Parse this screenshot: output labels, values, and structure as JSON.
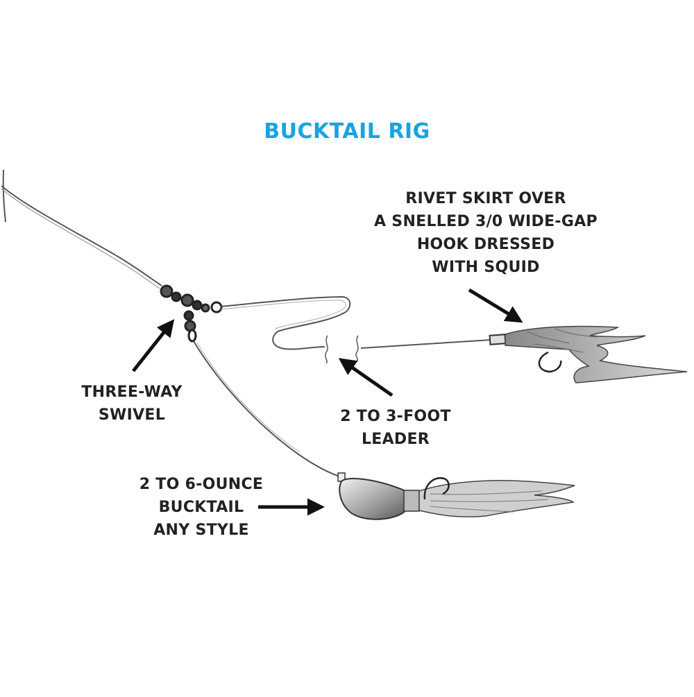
{
  "title": "BUCKTAIL RIG",
  "colors": {
    "title": "#1aa3e0",
    "ink": "#222222",
    "line": "#555555",
    "shade": "#9a9a9a"
  },
  "labels": {
    "rivet": [
      "RIVET SKIRT OVER",
      "A SNELLED 3/0 WIDE-GAP",
      "HOOK DRESSED",
      "WITH SQUID"
    ],
    "swivel": [
      "THREE-WAY",
      "SWIVEL"
    ],
    "leader": [
      "2 TO 3-FOOT",
      "LEADER"
    ],
    "bucktail": [
      "2 TO 6-OUNCE",
      "BUCKTAIL",
      "ANY STYLE"
    ]
  }
}
